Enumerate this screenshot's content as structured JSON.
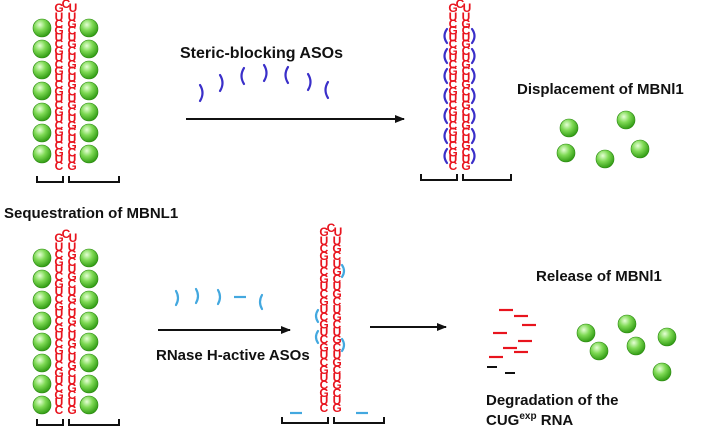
{
  "labels": {
    "steric_blocking": "Steric-blocking ASOs",
    "displacement": "Displacement of MBNl1",
    "sequestration": "Sequestration of MBNL1",
    "rnase": "RNase H-active ASOs",
    "release": "Release of MBNl1",
    "degradation_line1": "Degradation of the",
    "degradation_cug": "CUG",
    "degradation_sup": "exp",
    "degradation_rna": " RNA"
  },
  "hairpin": {
    "loop": [
      "G",
      "C",
      "U"
    ],
    "left_strand": [
      "U",
      "C",
      "G",
      "U",
      "C",
      "G",
      "U",
      "C",
      "G",
      "U",
      "C",
      "G",
      "U",
      "C",
      "G",
      "U",
      "C",
      "G",
      "U",
      "C",
      "G",
      "U",
      "C"
    ],
    "right_strand": [
      "U",
      "G",
      "C",
      "U",
      "G",
      "C",
      "U",
      "G",
      "C",
      "U",
      "G",
      "C",
      "U",
      "G",
      "C",
      "U",
      "G",
      "C",
      "U",
      "G",
      "C",
      "U",
      "G"
    ]
  },
  "colors": {
    "rna": "#e8141e",
    "mbnl1": "#3cb71a",
    "steric_aso": "#3a2fc9",
    "rnase_aso": "#43a8df",
    "arrow": "#111111"
  }
}
